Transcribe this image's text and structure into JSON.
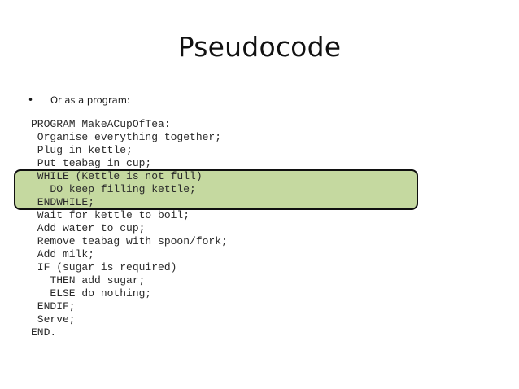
{
  "slide": {
    "title": "Pseudocode",
    "bullet": {
      "marker": "•",
      "text": "Or as a program:"
    },
    "highlight_color": "#c5d9a0",
    "code_lines": [
      "PROGRAM MakeACupOfTea:",
      " Organise everything together;",
      " Plug in kettle;",
      " Put teabag in cup;",
      " WHILE (Kettle is not full)",
      "   DO keep filling kettle;",
      " ENDWHILE;",
      " Wait for kettle to boil;",
      " Add water to cup;",
      " Remove teabag with spoon/fork;",
      " Add milk;",
      " IF (sugar is required)",
      "   THEN add sugar;",
      "   ELSE do nothing;",
      " ENDIF;",
      " Serve;",
      "END."
    ]
  }
}
